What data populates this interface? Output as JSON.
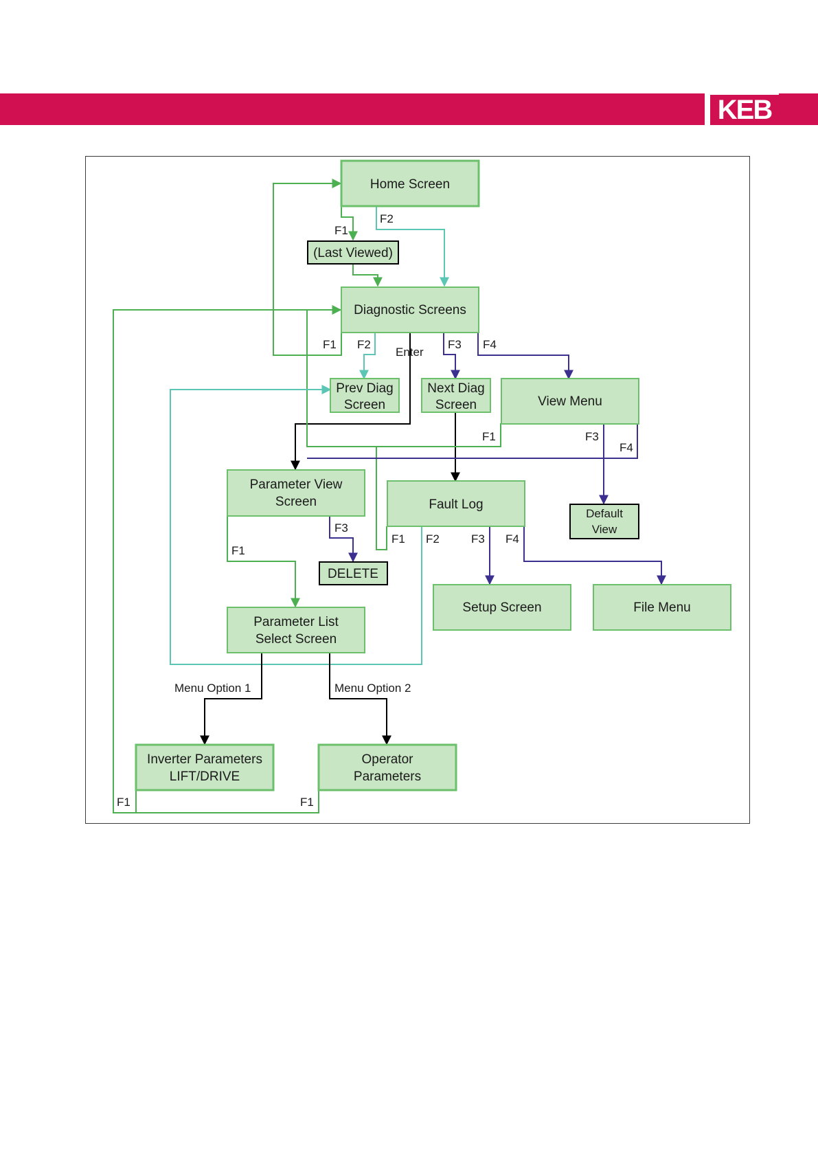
{
  "header": {
    "logo_text": "KEB",
    "band_color": "#d11052"
  },
  "colors": {
    "green": "#4caf50",
    "teal": "#5cc6b4",
    "purple": "#3b2f8f",
    "black": "#000000",
    "node_fill": "#c8e6c4",
    "node_stroke": "#6cc06c"
  },
  "nodes": {
    "home": [
      "Home Screen"
    ],
    "last_viewed": [
      "(Last Viewed)"
    ],
    "diag": [
      "Diagnostic Screens"
    ],
    "prev_diag": [
      "Prev Diag",
      "Screen"
    ],
    "next_diag": [
      "Next Diag",
      "Screen"
    ],
    "view_menu": [
      "View Menu"
    ],
    "param_view": [
      "Parameter View",
      "Screen"
    ],
    "fault_log": [
      "Fault Log"
    ],
    "default_view": [
      "Default",
      "View"
    ],
    "delete": [
      "DELETE"
    ],
    "setup": [
      "Setup Screen"
    ],
    "file_menu": [
      "File Menu"
    ],
    "param_list": [
      "Parameter List",
      "Select Screen"
    ],
    "inverter": [
      "Inverter Parameters",
      "LIFT/DRIVE"
    ],
    "operator": [
      "Operator",
      "Parameters"
    ]
  },
  "edge_labels": {
    "home_f1": "F1",
    "home_f2": "F2",
    "diag_f1": "F1",
    "diag_f2": "F2",
    "diag_enter": "Enter",
    "diag_f3": "F3",
    "diag_f4": "F4",
    "view_f1": "F1",
    "view_f3": "F3",
    "view_f4": "F4",
    "pv_f3": "F3",
    "pv_f1": "F1",
    "fl_f1": "F1",
    "fl_f2": "F2",
    "fl_f3": "F3",
    "fl_f4": "F4",
    "menu1": "Menu Option 1",
    "menu2": "Menu Option 2",
    "inv_f1": "F1",
    "op_f1": "F1"
  }
}
